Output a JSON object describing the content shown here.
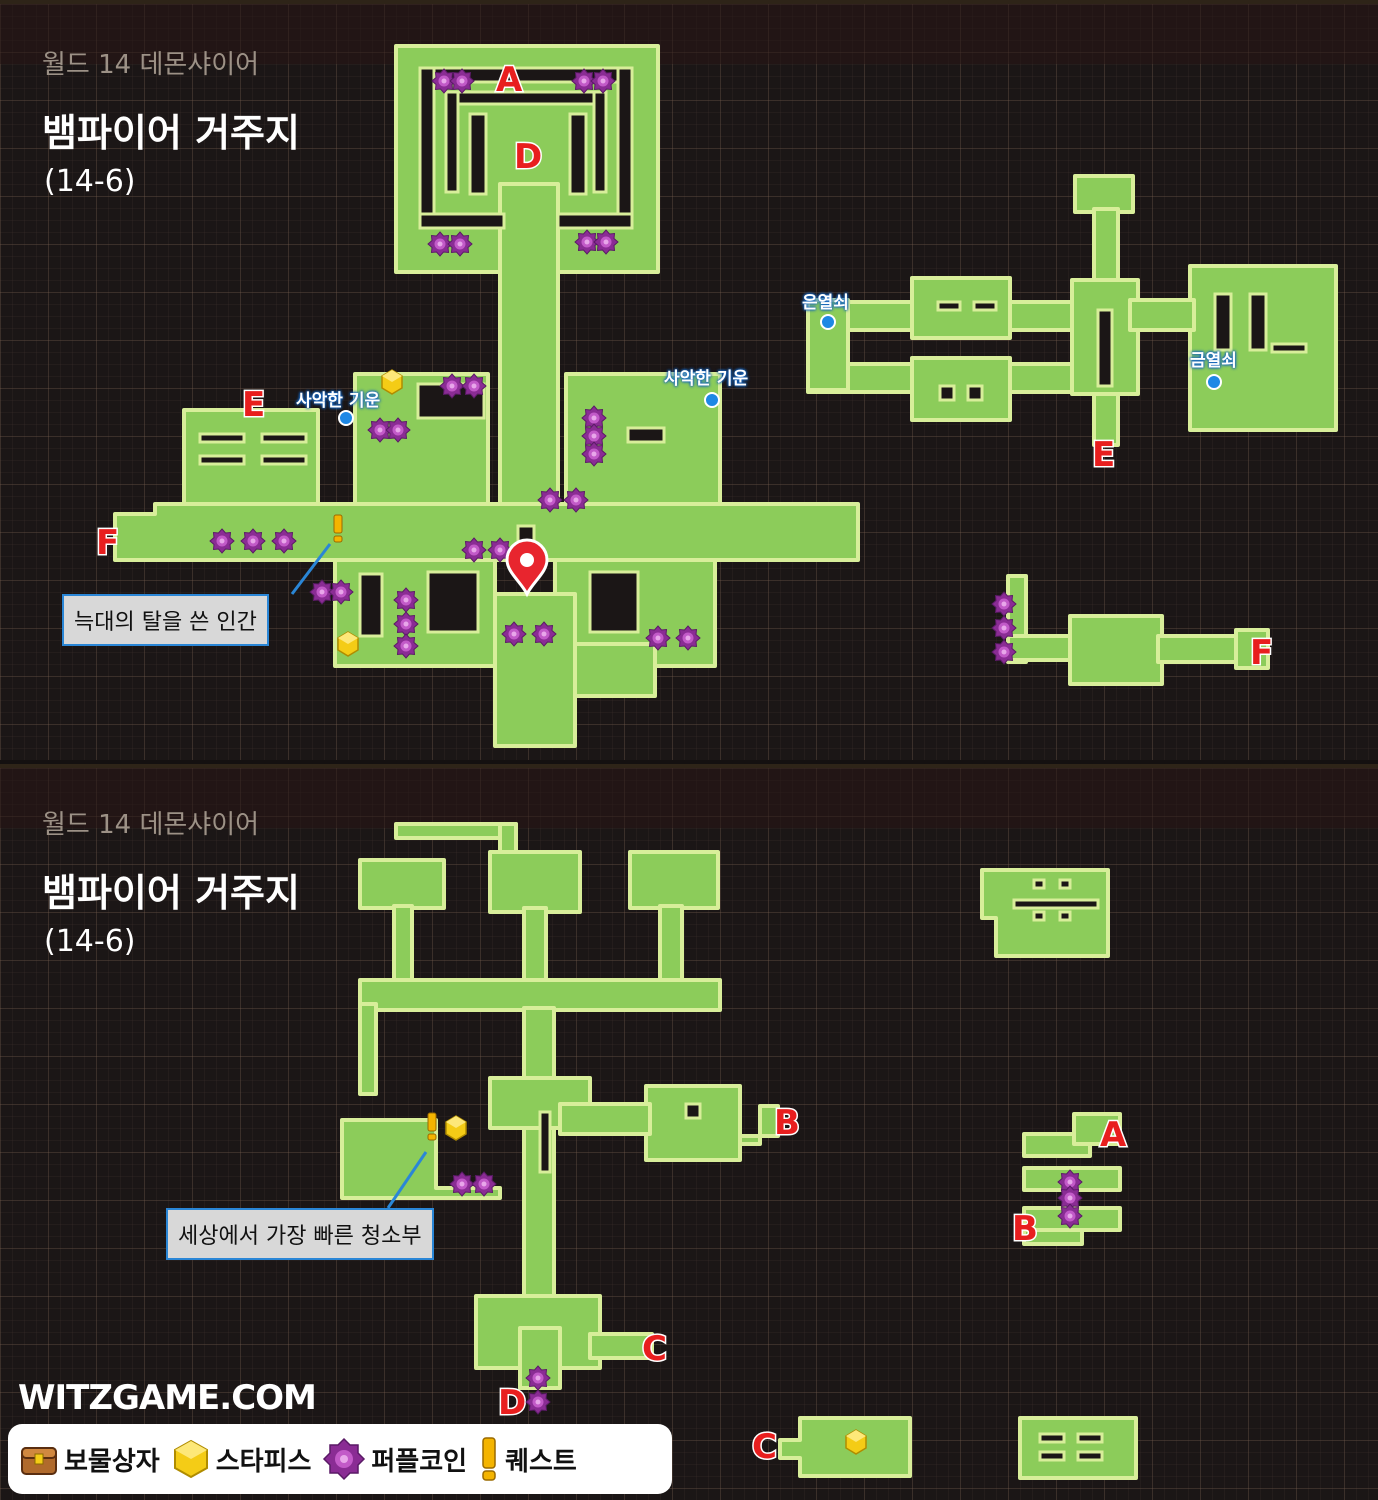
{
  "top_map": {
    "world_title": "월드 14 데몬샤이어",
    "map_title": "뱀파이어 거주지",
    "map_code": "(14-6)",
    "npc_label": "늑대의 탈을 쓴 인간",
    "blue_labels": [
      "사악한 기운",
      "사악한 기운",
      "은열쇠",
      "금열쇠"
    ],
    "portals": [
      "A",
      "D",
      "E",
      "F",
      "E",
      "F"
    ]
  },
  "bottom_map": {
    "world_title": "월드 14 데몬샤이어",
    "map_title": "뱀파이어 거주지",
    "map_code": "(14-6)",
    "npc_label": "세상에서 가장 빠른 청소부",
    "portals": [
      "B",
      "A",
      "B",
      "C",
      "D",
      "C"
    ]
  },
  "site": "WITZGAME.COM",
  "legend": [
    {
      "icon": "treasure-chest-icon",
      "label": "보물상자"
    },
    {
      "icon": "star-piece-icon",
      "label": "스타피스"
    },
    {
      "icon": "purple-coin-icon",
      "label": "퍼플코인"
    },
    {
      "icon": "quest-icon",
      "label": "퀘스트"
    }
  ],
  "colors": {
    "floor": "#8ccc5a",
    "floor_edge": "#d8ee9a",
    "coin": "#8a2c94",
    "star_piece": "#f4cc16",
    "portal": "#e81e1e",
    "marker": "#e8252e",
    "dot": "#1e88e5"
  }
}
